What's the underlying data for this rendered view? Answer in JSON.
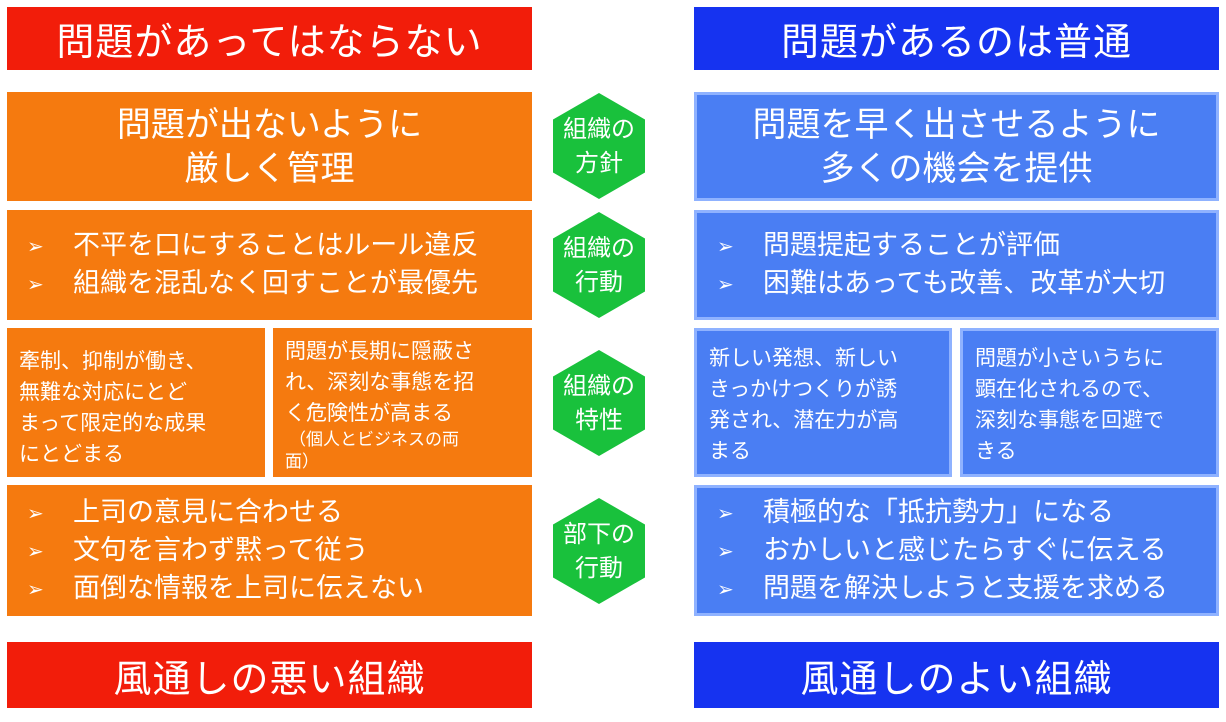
{
  "colors": {
    "red_header": "#f21d0a",
    "blue_header": "#1633f0",
    "orange": "#f57a0f",
    "blue_box": "#4a7ef3",
    "green_hex": "#19c13c"
  },
  "left": {
    "header": "問題があってはならない",
    "policy": [
      "問題が出ないように",
      "厳しく管理"
    ],
    "actions": [
      "不平を口にすることはルール違反",
      "組織を混乱なく回すことが最優先"
    ],
    "trait_a": [
      "牽制、抑制が働き、",
      "無難な対応にとど",
      "まって限定的な成果",
      "にとどまる"
    ],
    "trait_b": [
      "問題が長期に隠蔽さ",
      "れ、深刻な事態を招",
      "く危険性が高まる"
    ],
    "trait_b_note": [
      "（個人とビジネスの両",
      "面）"
    ],
    "subordinate": [
      "上司の意見に合わせる",
      "文句を言わず黙って従う",
      "面倒な情報を上司に伝えない"
    ],
    "footer": "風通しの悪い組織"
  },
  "right": {
    "header": "問題があるのは普通",
    "policy": [
      "問題を早く出させるように",
      "多くの機会を提供"
    ],
    "actions": [
      "問題提起することが評価",
      "困難はあっても改善、改革が大切"
    ],
    "trait_a": [
      "新しい発想、新しい",
      "きっかけつくりが誘",
      "発され、潜在力が高",
      "まる"
    ],
    "trait_b": [
      "問題が小さいうちに",
      "顕在化されるので、",
      "深刻な事態を回避で",
      "きる"
    ],
    "subordinate": [
      "積極的な「抵抗勢力」になる",
      "おかしいと感じたらすぐに伝える",
      "問題を解決しようと支援を求める"
    ],
    "footer": "風通しのよい組織"
  },
  "labels": {
    "policy": [
      "組織の",
      "方針"
    ],
    "action": [
      "組織の",
      "行動"
    ],
    "trait": [
      "組織の",
      "特性"
    ],
    "subordinate": [
      "部下の",
      "行動"
    ]
  },
  "bullet_icon": "arrowhead-bullet-icon"
}
